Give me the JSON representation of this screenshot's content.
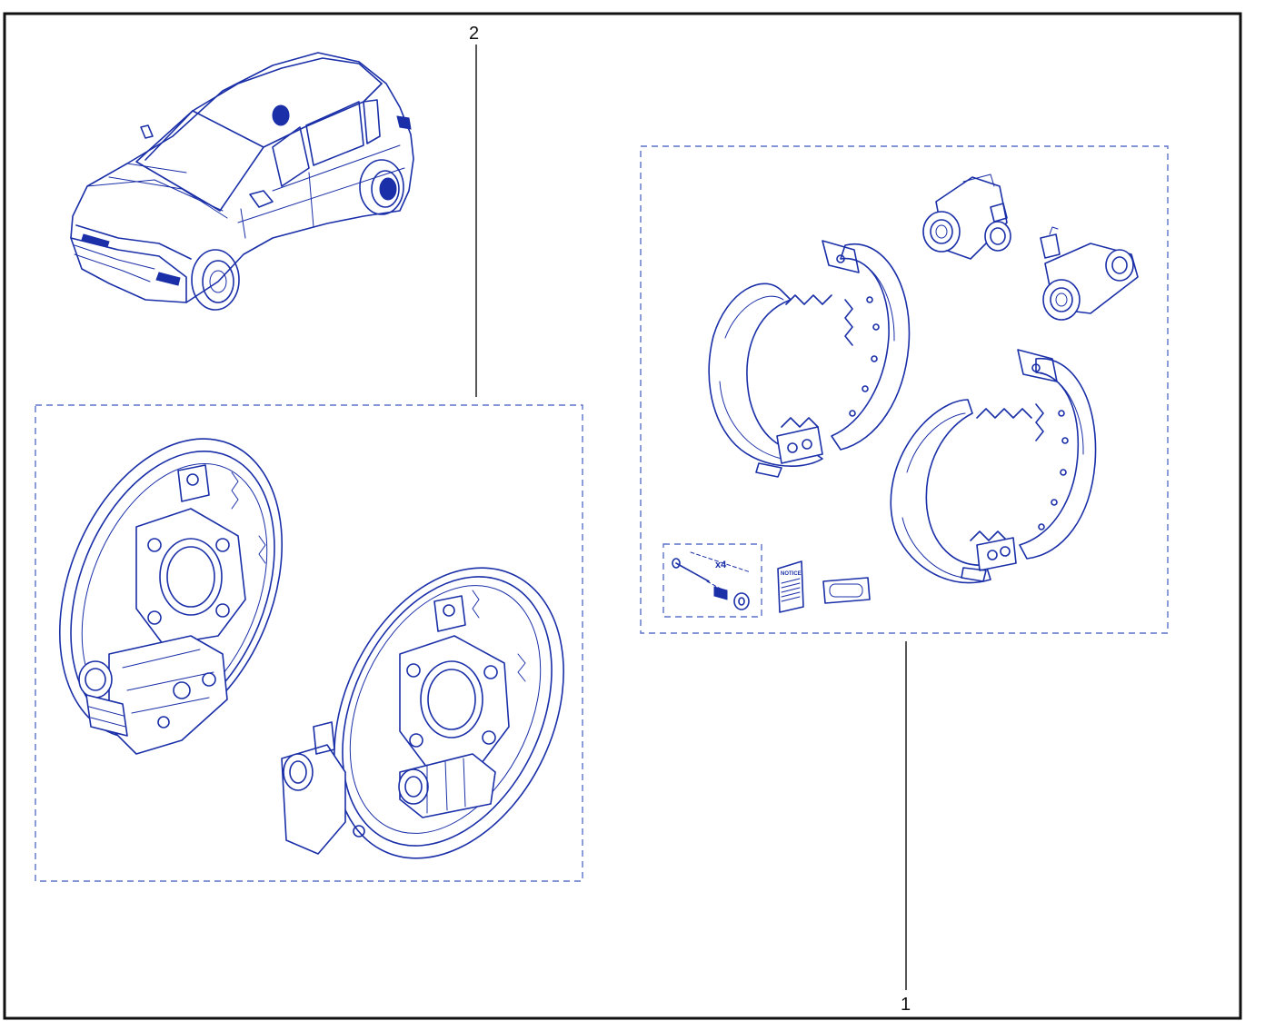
{
  "callouts": {
    "item_1": "1",
    "item_2": "2"
  },
  "labels": {
    "quantity": "x4",
    "notice": "NOTICE"
  },
  "colors": {
    "line_art": "#1a2fa8",
    "dashed_box": "#5a72c9",
    "frame": "#111111",
    "background": "#ffffff"
  },
  "icons": [
    "car-illustration",
    "brake-backing-plate",
    "brake-shoe",
    "wheel-cylinder",
    "spring",
    "pin",
    "washer",
    "notice-booklet",
    "grease-sachet"
  ]
}
